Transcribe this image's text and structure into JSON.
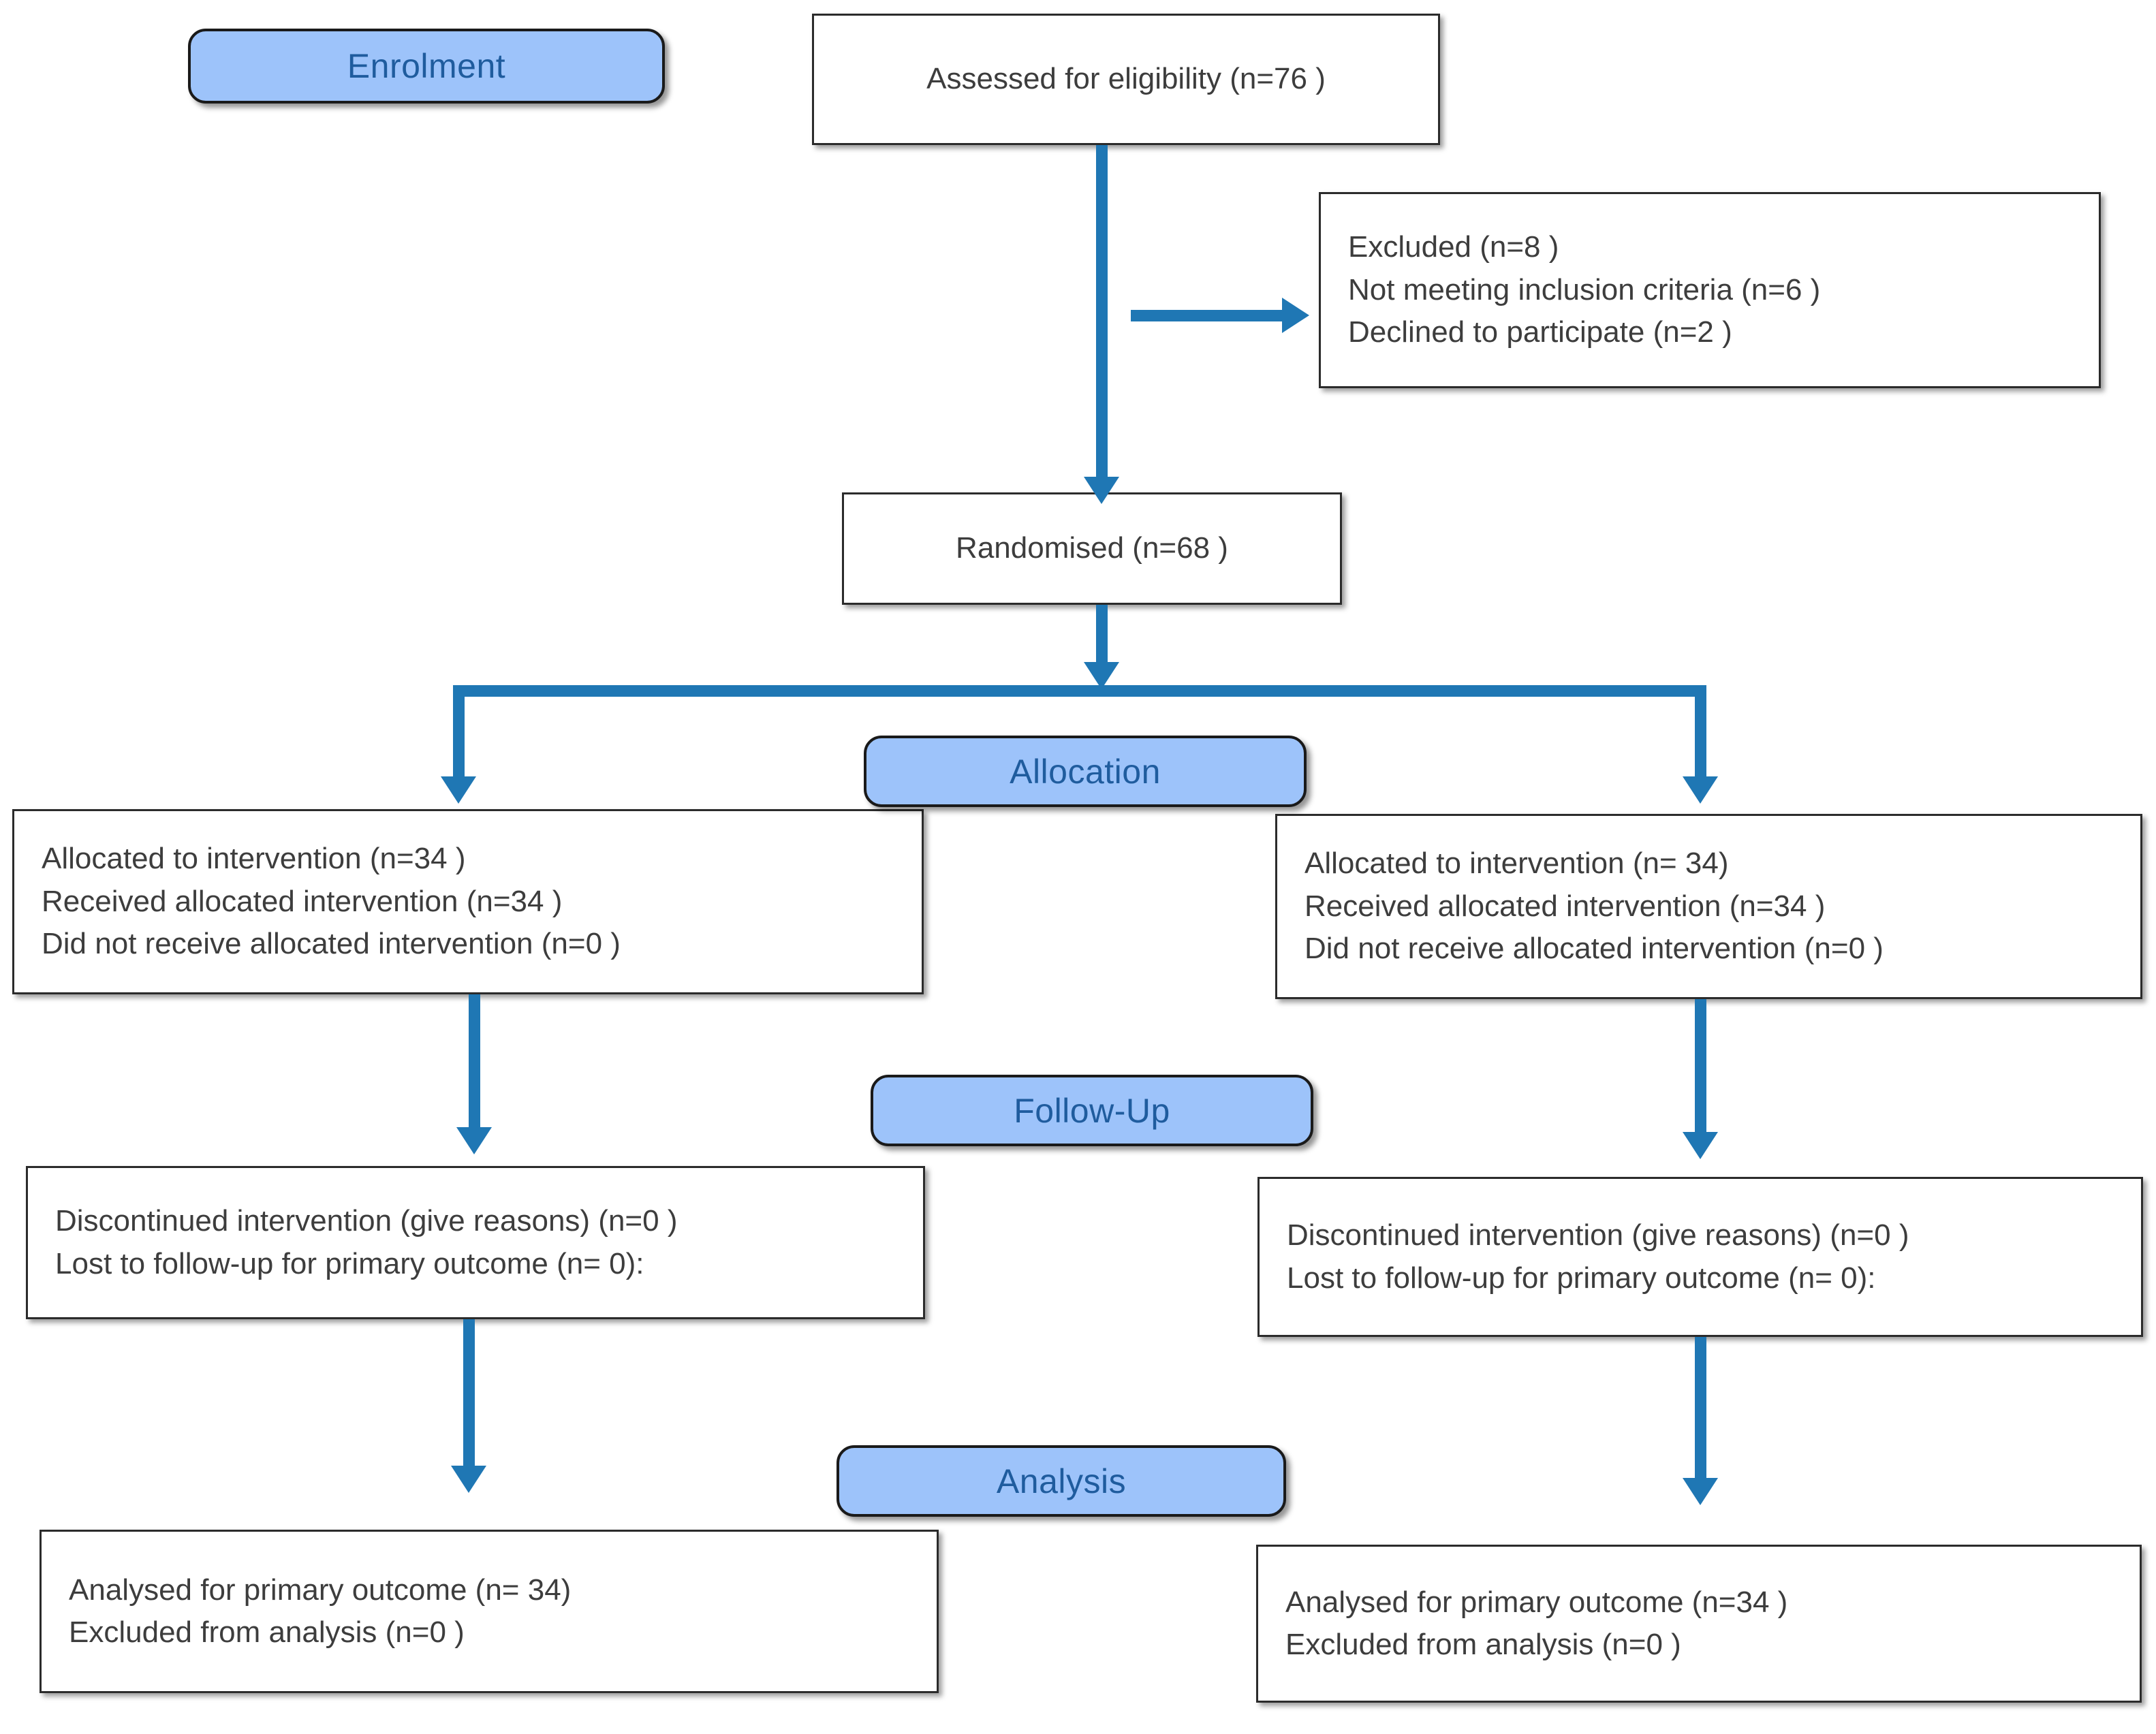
{
  "diagram": {
    "title": "CONSORT participant flow diagram",
    "colors": {
      "arrow": "#1f77b4",
      "badge_fill": "#9dc3fa",
      "badge_text": "#1f5c9e",
      "box_border": "#2b2b2b",
      "box_text": "#3d3d3d"
    }
  },
  "stages": {
    "enrolment": "Enrolment",
    "allocation": "Allocation",
    "followup": "Follow-Up",
    "analysis": "Analysis"
  },
  "nodes": {
    "assessed": {
      "lines": [
        "Assessed for eligibility (n=76 )"
      ]
    },
    "excluded": {
      "lines": [
        "Excluded (n=8 )",
        "Not meeting inclusion criteria (n=6 )",
        "Declined to participate (n=2 )"
      ]
    },
    "randomised": {
      "lines": [
        "Randomised (n=68 )"
      ]
    },
    "allocation_left": {
      "lines": [
        "Allocated to intervention (n=34 )",
        "Received allocated intervention (n=34 )",
        "Did not receive allocated intervention (n=0 )"
      ]
    },
    "allocation_right": {
      "lines": [
        "Allocated to intervention (n= 34)",
        "Received allocated intervention (n=34 )",
        "Did not receive allocated intervention (n=0 )"
      ]
    },
    "followup_left": {
      "lines": [
        "Discontinued intervention (give reasons) (n=0 )",
        "Lost to follow-up for primary outcome (n= 0):"
      ]
    },
    "followup_right": {
      "lines": [
        "Discontinued intervention (give reasons) (n=0 )",
        "Lost to follow-up for primary outcome (n= 0):"
      ]
    },
    "analysis_left": {
      "lines": [
        "Analysed for primary outcome (n= 34)",
        "Excluded from analysis (n=0 )"
      ]
    },
    "analysis_right": {
      "lines": [
        "Analysed for primary outcome (n=34 )",
        "Excluded from analysis (n=0 )"
      ]
    }
  }
}
